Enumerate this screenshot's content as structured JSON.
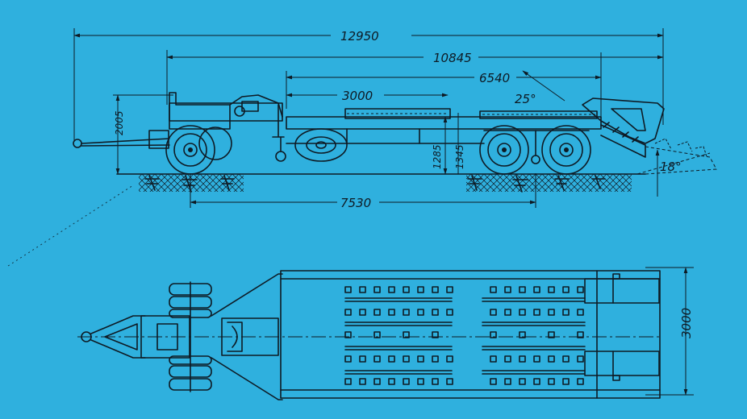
{
  "side_view": {
    "dims": {
      "overall_length": "12950",
      "platform_length": "10845",
      "deck_length": "6540",
      "front_deck": "3000",
      "ramp_angle": "25°",
      "departure_angle": "18°",
      "drawbar_height": "2005",
      "deck_height_low": "1285",
      "deck_height_high": "1345",
      "wheelbase": "7530"
    }
  },
  "top_view": {
    "dims": {
      "width": "3000"
    }
  },
  "colors": {
    "background": "#2fb0de",
    "ink": "#0e1a24"
  }
}
